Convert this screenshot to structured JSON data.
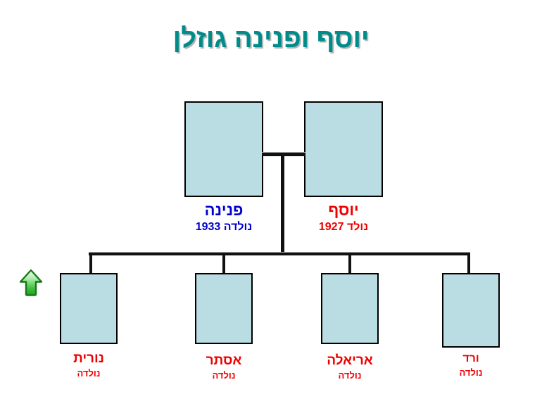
{
  "title": "יוסף ופנינה גוזלן",
  "parents": [
    {
      "role": "mother",
      "name": "פנינה",
      "birth": "נולדה 1933",
      "color": "#0000cc"
    },
    {
      "role": "father",
      "name": "יוסף",
      "birth": "נולד 1927",
      "color": "#ee0000"
    }
  ],
  "children": [
    {
      "name": "נורית",
      "birth": "נולדה"
    },
    {
      "name": "אסתר",
      "birth": "נולדה"
    },
    {
      "name": "אריאלה",
      "birth": "נולדה"
    },
    {
      "name": "ורד",
      "birth": "נולדה"
    }
  ],
  "icons": {
    "up_arrow": "up-arrow-icon"
  },
  "colors": {
    "title": "#008b8b",
    "box_fill": "#b9dde2",
    "box_border": "#000000",
    "line": "#111111",
    "mother_text": "#0000cc",
    "father_text": "#ee0000",
    "child_text": "#ee0000",
    "arrow_green": "#2eb82e",
    "background": "#ffffff"
  }
}
